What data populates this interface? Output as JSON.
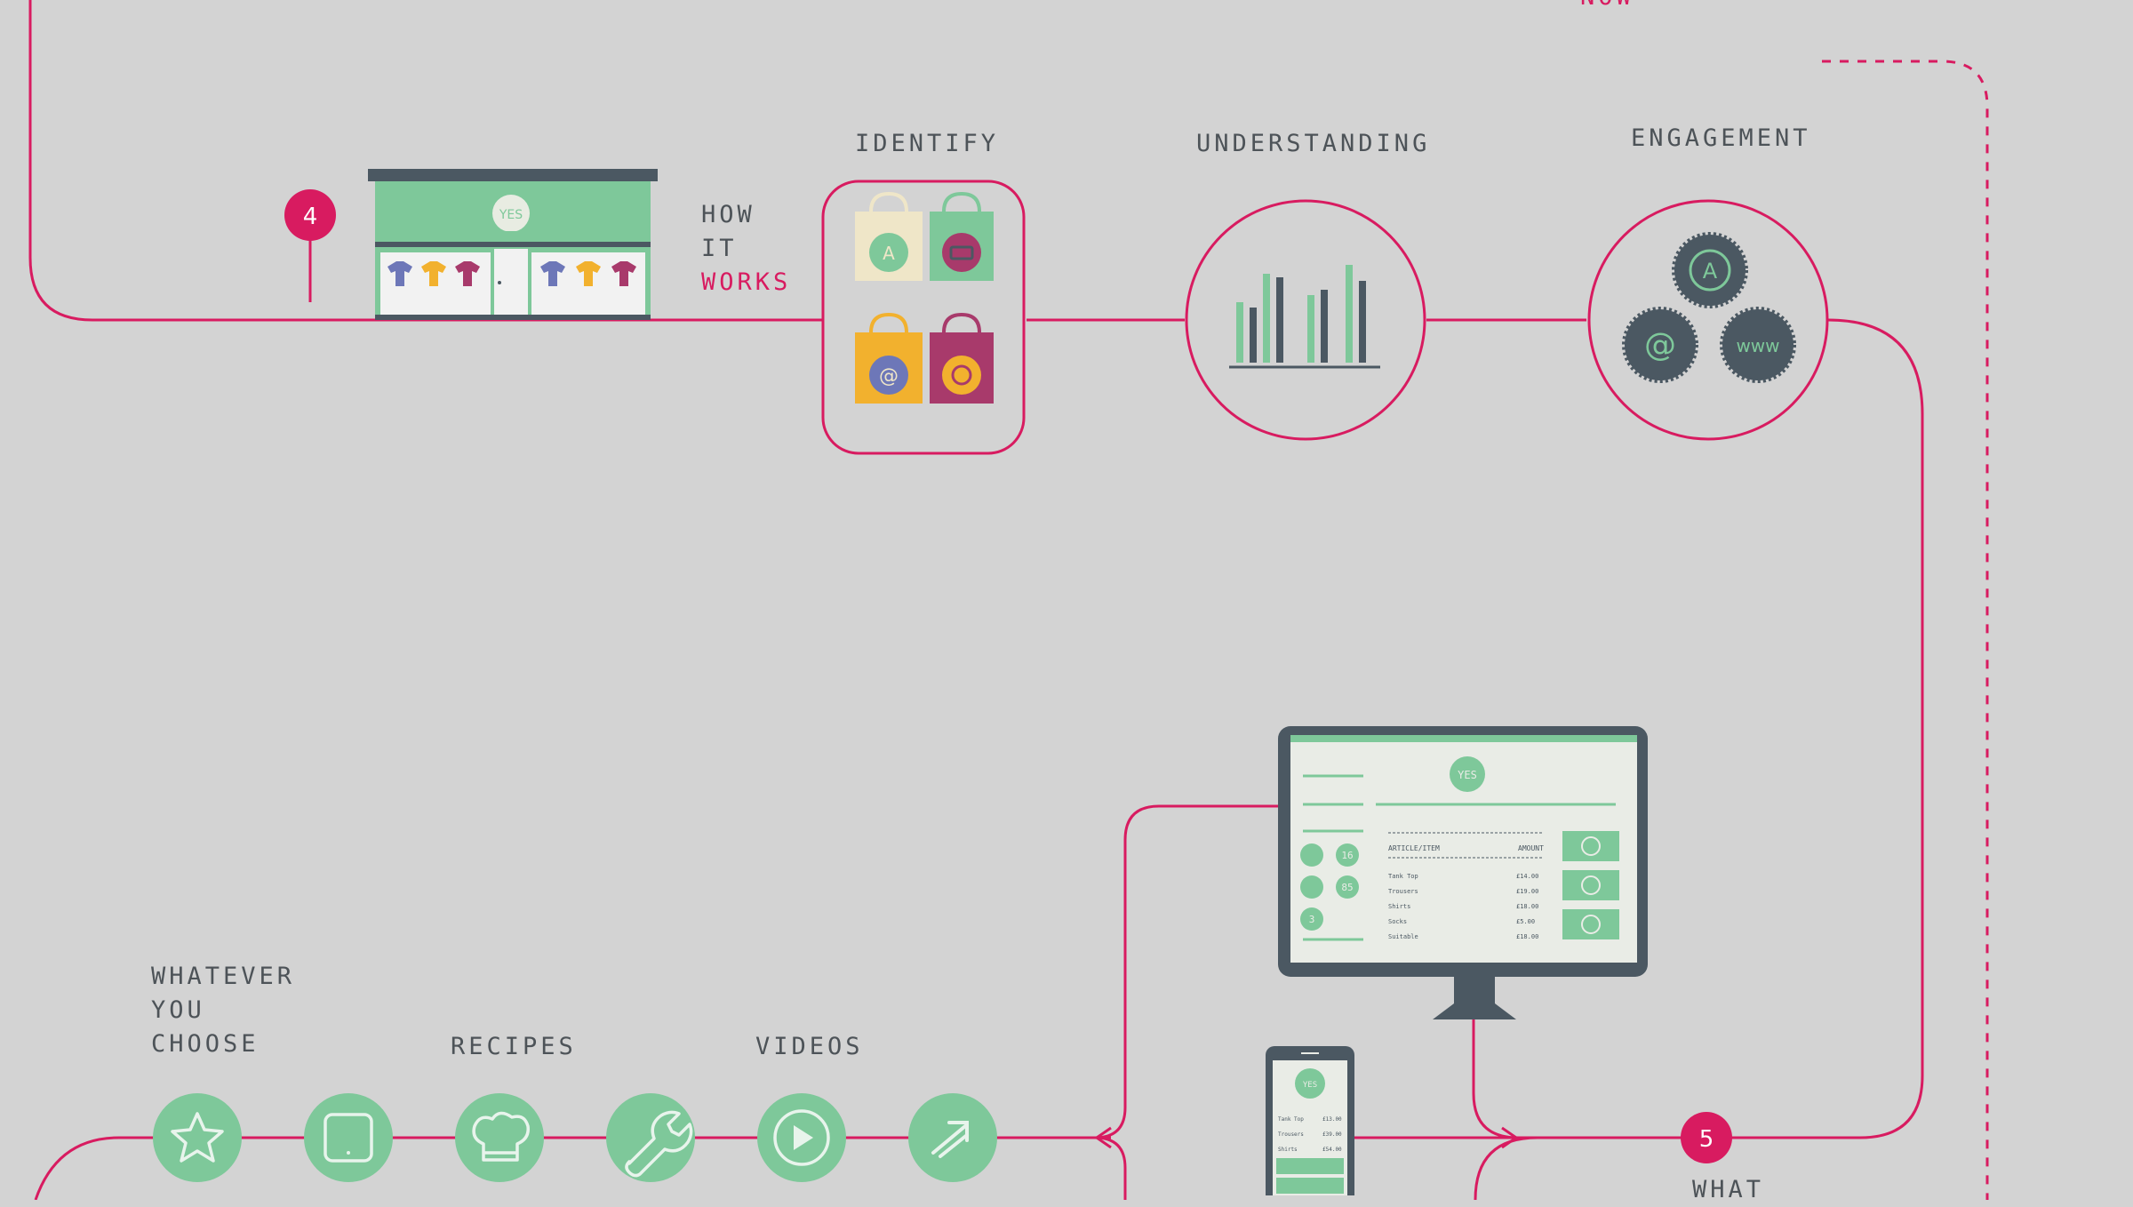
{
  "colors": {
    "background": "#d3d3d3",
    "route_line": "#d81b60",
    "accent_green": "#7ec89a",
    "dark_slate": "#4b5862",
    "bag_cream": "#efe6c8",
    "bag_yellow": "#f2b12e",
    "bag_plum": "#a83a6b",
    "text": "#4d5358"
  },
  "top_right_fragment": "NOW",
  "step4": {
    "number": "4",
    "store_sign": "YES",
    "heading_lines": [
      "HOW",
      "IT",
      "WORKS"
    ]
  },
  "stages": [
    {
      "label": "IDENTIFY",
      "icon": "shopping-bags-icon",
      "bag_symbols": [
        "A",
        "card",
        "@",
        "smile"
      ]
    },
    {
      "label": "UNDERSTANDING",
      "icon": "bar-chart-icon"
    },
    {
      "label": "ENGAGEMENT",
      "icon": "engagement-badges-icon",
      "badges": [
        "A",
        "@",
        "www"
      ]
    }
  ],
  "choices": {
    "heading_lines": [
      "WHATEVER",
      "YOU",
      "CHOOSE"
    ],
    "recipes_label": "RECIPES",
    "videos_label": "VIDEOS",
    "icons": [
      "star-icon",
      "tablet-icon",
      "chef-hat-icon",
      "wrench-icon",
      "play-icon",
      "arrow-icon"
    ]
  },
  "monitor": {
    "logo": "YES",
    "header_left": "ARTICLE/ITEM",
    "header_right": "AMOUNT",
    "left_badges": [
      "16",
      "85",
      "3"
    ],
    "rows": [
      {
        "item": "Tank Top",
        "price": "£14.00"
      },
      {
        "item": "Trousers",
        "price": "£19.00"
      },
      {
        "item": "Shirts",
        "price": "£18.00"
      },
      {
        "item": "Socks",
        "price": "£5.00"
      },
      {
        "item": "Suitable",
        "price": "£18.00"
      }
    ]
  },
  "phone": {
    "logo": "YES",
    "rows": [
      {
        "item": "Tank Top",
        "price": "£13.00"
      },
      {
        "item": "Trousers",
        "price": "£39.00"
      },
      {
        "item": "Shirts",
        "price": "£54.00"
      }
    ]
  },
  "step5": {
    "number": "5",
    "heading_fragment": "WHAT"
  }
}
